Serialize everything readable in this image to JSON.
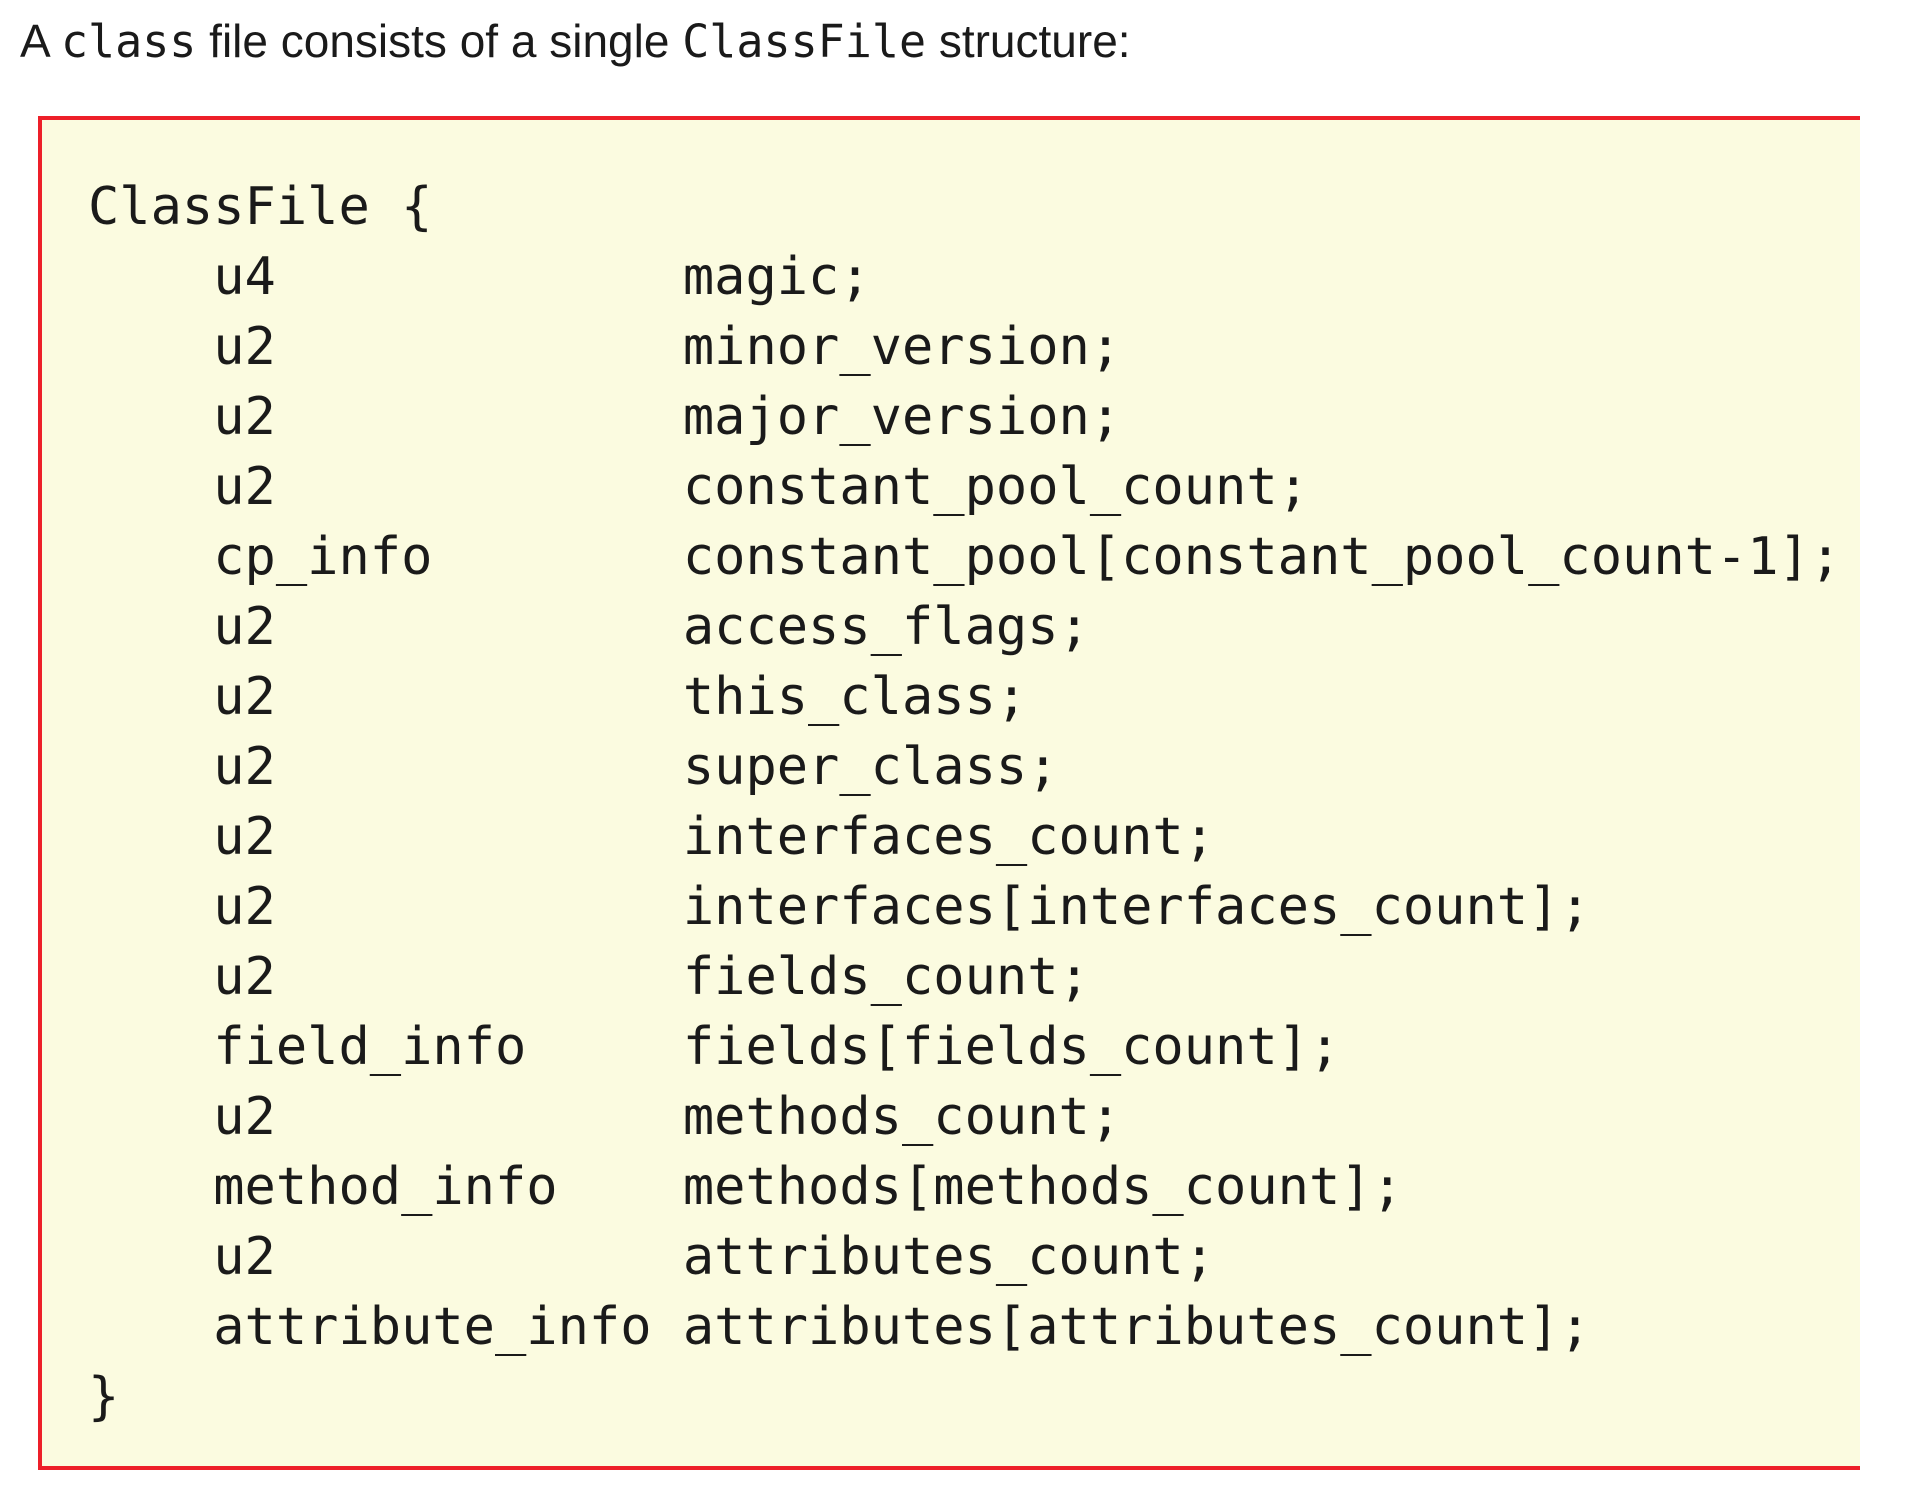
{
  "intro": {
    "prefix": "A ",
    "code_class": "class",
    "middle": " file consists of a single ",
    "code_classfile": "ClassFile",
    "suffix": " structure:"
  },
  "code_block": {
    "lines": [
      "ClassFile {",
      "    u4             magic;",
      "    u2             minor_version;",
      "    u2             major_version;",
      "    u2             constant_pool_count;",
      "    cp_info        constant_pool[constant_pool_count-1];",
      "    u2             access_flags;",
      "    u2             this_class;",
      "    u2             super_class;",
      "    u2             interfaces_count;",
      "    u2             interfaces[interfaces_count];",
      "    u2             fields_count;",
      "    field_info     fields[fields_count];",
      "    u2             methods_count;",
      "    method_info    methods[methods_count];",
      "    u2             attributes_count;",
      "    attribute_info attributes[attributes_count];",
      "}"
    ]
  },
  "colors": {
    "box_background": "#FBFBE0",
    "box_border": "#ED1F29",
    "text": "#1A1A1A"
  }
}
